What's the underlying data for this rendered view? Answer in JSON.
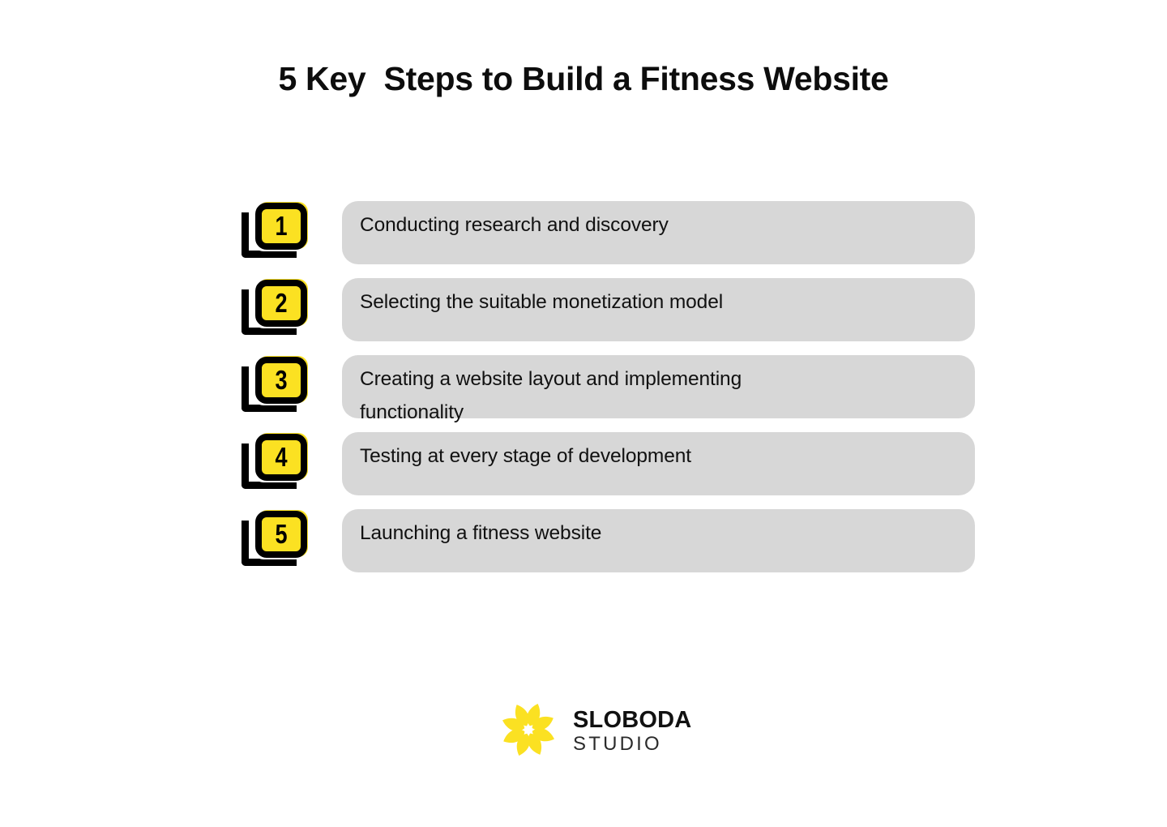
{
  "page": {
    "title": "5 Key  Steps to Build a Fitness Website",
    "background_color": "#ffffff"
  },
  "colors": {
    "accent_yellow": "#fbe122",
    "pill_gray": "#d7d7d7",
    "text_black": "#111111",
    "outline_black": "#000000"
  },
  "steps": [
    {
      "number": "1",
      "lines": [
        "Conducting research and discovery"
      ]
    },
    {
      "number": "2",
      "lines": [
        "Selecting the suitable monetization model"
      ]
    },
    {
      "number": "3",
      "lines": [
        "Creating a website layout and implementing",
        "functionality"
      ]
    },
    {
      "number": "4",
      "lines": [
        "Testing at every stage of development"
      ]
    },
    {
      "number": "5",
      "lines": [
        "Launching a fitness website"
      ]
    }
  ],
  "logo": {
    "mark_icon": "flower-petals-icon",
    "name": "SLOBODA",
    "subtitle": "STUDIO",
    "petal_color": "#fbe122"
  }
}
